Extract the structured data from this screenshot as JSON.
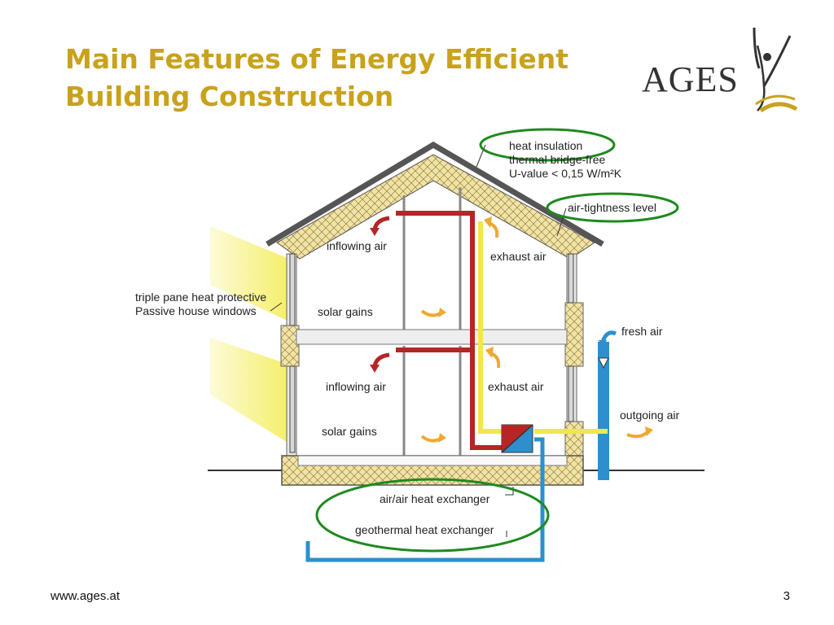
{
  "slide": {
    "title_line1": "Main Features of Energy Efficient",
    "title_line2": "Building Construction",
    "logo_text": "AGES",
    "footer_url": "www.ages.at",
    "page_number": "3"
  },
  "diagram": {
    "labels": {
      "heat_insulation": "heat insulation",
      "thermal_bridge_free": "thermal bridge-free",
      "u_value": "U-value < 0,15 W/m²K",
      "air_tightness": "air-tightness level",
      "windows_line1": "triple pane heat protective",
      "windows_line2": "Passive house windows",
      "inflowing_air_upper": "inflowing air",
      "exhaust_air_upper": "exhaust air",
      "solar_gains_upper": "solar gains",
      "fresh_air": "fresh air",
      "inflowing_air_lower": "inflowing air",
      "exhaust_air_lower": "exhaust air",
      "outgoing_air": "outgoing air",
      "solar_gains_lower": "solar gains",
      "air_heat_exchanger": "air/air heat exchanger",
      "geothermal_heat_exchanger": "geothermal heat exchanger"
    },
    "colors": {
      "title": "#c9a21c",
      "supply_air_duct": "#b52626",
      "exhaust_air_duct": "#f0e84a",
      "fresh_air_duct": "#2e8fcc",
      "insulation": "#f3e3a2",
      "highlight_ellipse": "#1f8a1f",
      "orange_arrow": "#f0a830",
      "logo_accent": "#c9a21c"
    }
  }
}
